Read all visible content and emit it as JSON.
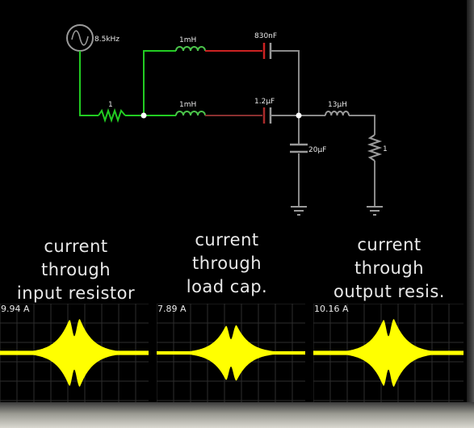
{
  "circuit": {
    "source_frequency": "8.5kHz",
    "input_resistor": "1",
    "inductor_top": "1mH",
    "inductor_mid": "1mH",
    "capacitor_top": "830nF",
    "capacitor_mid": "1.2µF",
    "output_inductor": "13µH",
    "shunt_capacitor": "20µF",
    "output_resistor": "1"
  },
  "colors": {
    "background": "#000000",
    "wire_current_high": "#22cc22",
    "wire_voltage_high": "#cc2222",
    "wire_neutral": "#8a8a8a",
    "scope_trace": "#ffff00",
    "scope_grid": "#2e2e2e"
  },
  "scopes": [
    {
      "caption": "current\nthrough\ninput resistor",
      "value": "9.94 A"
    },
    {
      "caption": "current\nthrough\nload cap.",
      "value": "7.89 A"
    },
    {
      "caption": "current\nthrough\noutput resis.",
      "value": "10.16 A"
    }
  ]
}
